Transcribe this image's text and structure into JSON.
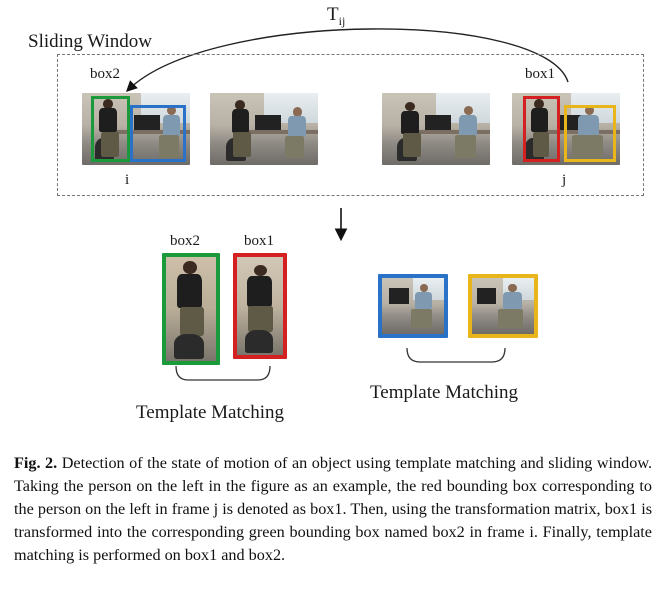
{
  "diagram": {
    "tij_label": "T",
    "tij_subscript": "ij",
    "sliding_window_label": "Sliding Window",
    "box2_label_top": "box2",
    "box1_label_top": "box1",
    "frame_i_label": "i",
    "frame_j_label": "j",
    "box2_label_bottom": "box2",
    "box1_label_bottom": "box1",
    "template_matching_left": "Template Matching",
    "template_matching_right": "Template Matching",
    "colors": {
      "green": "#1a9a3a",
      "red": "#d42020",
      "blue": "#2a72c8",
      "yellow": "#e8b51a"
    }
  },
  "caption": {
    "fig_label": "Fig. 2.",
    "text": "Detection of the state of motion of an object using template matching and sliding window. Taking the person on the left in the figure as an example, the red bounding box corresponding to the person on the left in frame j is denoted as box1. Then, using the transformation matrix, box1 is transformed into the corresponding green bounding box named box2 in frame i. Finally, template matching is performed on box1 and box2."
  }
}
